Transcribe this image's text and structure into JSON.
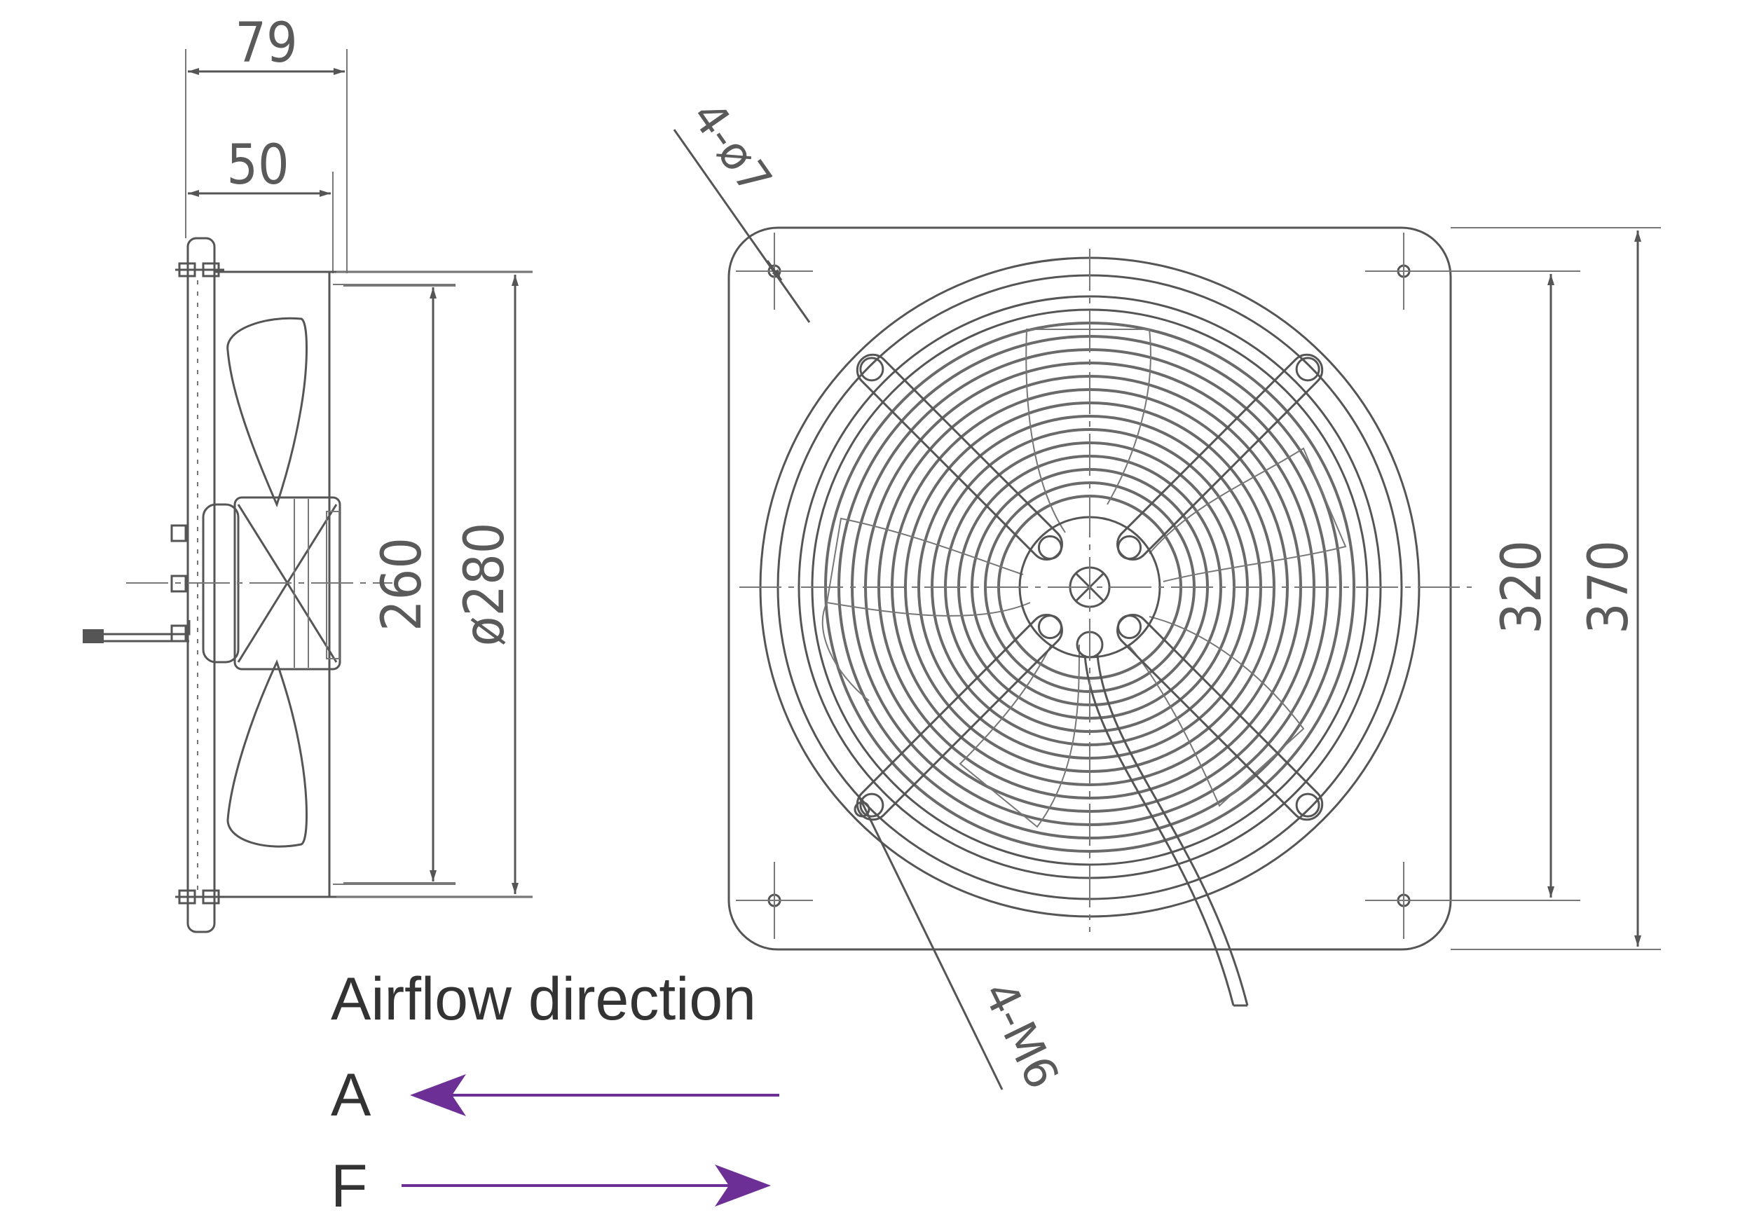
{
  "side_view": {
    "dim_overall_depth": "79",
    "dim_motor_depth": "50",
    "dim_inner_height": "260",
    "dim_outer_diameter": "ø280"
  },
  "front_view": {
    "dim_hole_spacing": "320",
    "dim_plate_size": "370",
    "label_mount_holes": "4-ø7",
    "label_threads": "4-M6"
  },
  "legend": {
    "title": "Airflow direction",
    "items": [
      {
        "letter": "A",
        "direction": "left",
        "color": "#6b2f95"
      },
      {
        "letter": "F",
        "direction": "right",
        "color": "#6b2f95"
      }
    ]
  }
}
